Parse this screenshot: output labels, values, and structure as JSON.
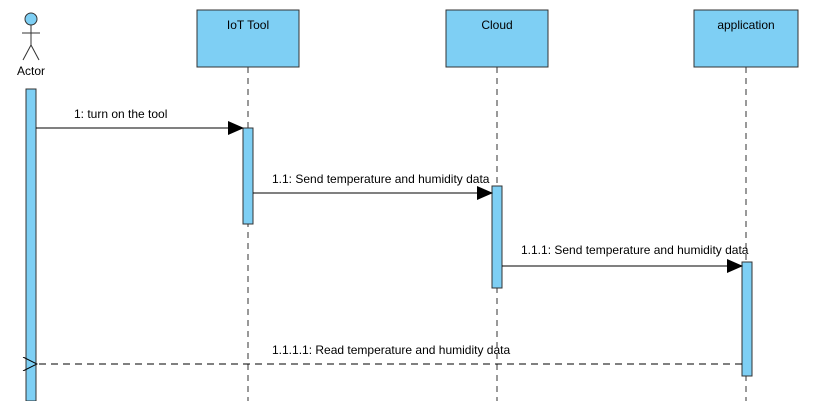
{
  "participants": {
    "actor": "Actor",
    "iot_tool": "IoT Tool",
    "cloud": "Cloud",
    "application": "application"
  },
  "messages": {
    "m1": "1: turn on the tool",
    "m2": "1.1: Send temperature and humidity data",
    "m3": "1.1.1: Send temperature and humidity data",
    "m4": "1.1.1.1: Read temperature and humidity data"
  },
  "colors": {
    "fill": "#7ecff4",
    "stroke": "#333333"
  }
}
